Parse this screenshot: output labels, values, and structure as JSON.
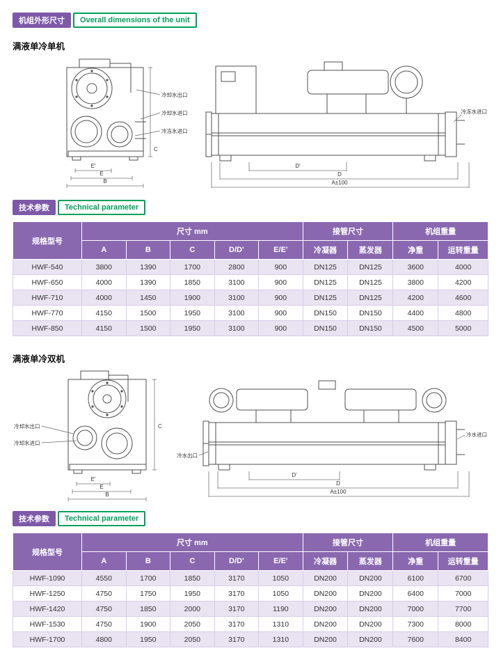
{
  "theme": {
    "purple": "#7d59a8",
    "header_purple": "#8a68b0",
    "green": "#00a05a",
    "row_alt": "#eae3f2",
    "line": "#4f4f4f"
  },
  "headers": {
    "overall": {
      "zh": "机组外形尺寸",
      "en": "Overall dimensions of the unit"
    },
    "tech": {
      "zh": "技术参数",
      "en": "Technical parameter"
    }
  },
  "sections": {
    "single": {
      "title": "满液单冷单机"
    },
    "dual": {
      "title": "满液单冷双机"
    }
  },
  "drawing1": {
    "labels": {
      "cooling_out": "冷却水出口",
      "cooling_in": "冷却水进口",
      "chilled_in": "冷冻水进口",
      "chilled_in_side": "冷冻水进口"
    },
    "dims": {
      "e1": "E'",
      "e": "E",
      "b": "B",
      "c": "C",
      "d1": "D'",
      "d": "D",
      "a": "A±100"
    }
  },
  "drawing2": {
    "labels": {
      "cooling_out": "冷却水出口",
      "cooling_in": "冷却水进口",
      "water_out": "冷水出口",
      "water_in": "冷水进口"
    },
    "dims": {
      "e1": "E'",
      "e": "E",
      "b": "B",
      "c": "C",
      "d1": "D'",
      "d": "D",
      "a": "A±100"
    }
  },
  "table_headers": {
    "model": "规格型号",
    "size_group": "尺寸 mm",
    "pipe_group": "接管尺寸",
    "weight_group": "机组重量",
    "sub": [
      "A",
      "B",
      "C",
      "D/D'",
      "E/E'",
      "冷凝器",
      "蒸发器",
      "净重",
      "运转重量"
    ]
  },
  "tables": {
    "single": {
      "rows": [
        [
          "HWF-540",
          "3800",
          "1390",
          "1700",
          "2800",
          "900",
          "DN125",
          "DN125",
          "3600",
          "4000"
        ],
        [
          "HWF-650",
          "4000",
          "1390",
          "1850",
          "3100",
          "900",
          "DN125",
          "DN125",
          "3800",
          "4200"
        ],
        [
          "HWF-710",
          "4000",
          "1450",
          "1900",
          "3100",
          "900",
          "DN125",
          "DN125",
          "4200",
          "4600"
        ],
        [
          "HWF-770",
          "4150",
          "1500",
          "1950",
          "3100",
          "900",
          "DN150",
          "DN150",
          "4400",
          "4800"
        ],
        [
          "HWF-850",
          "4150",
          "1500",
          "1950",
          "3100",
          "900",
          "DN150",
          "DN150",
          "4500",
          "5000"
        ]
      ]
    },
    "dual": {
      "rows": [
        [
          "HWF-1090",
          "4550",
          "1700",
          "1850",
          "3170",
          "1050",
          "DN200",
          "DN200",
          "6100",
          "6700"
        ],
        [
          "HWF-1250",
          "4750",
          "1750",
          "1950",
          "3170",
          "1050",
          "DN200",
          "DN200",
          "6400",
          "7000"
        ],
        [
          "HWF-1420",
          "4750",
          "1850",
          "2000",
          "3170",
          "1190",
          "DN200",
          "DN200",
          "7000",
          "7700"
        ],
        [
          "HWF-1530",
          "4750",
          "1900",
          "2050",
          "3170",
          "1310",
          "DN200",
          "DN200",
          "7300",
          "8000"
        ],
        [
          "HWF-1700",
          "4800",
          "1950",
          "2050",
          "3170",
          "1310",
          "DN200",
          "DN200",
          "7600",
          "8400"
        ]
      ]
    }
  }
}
